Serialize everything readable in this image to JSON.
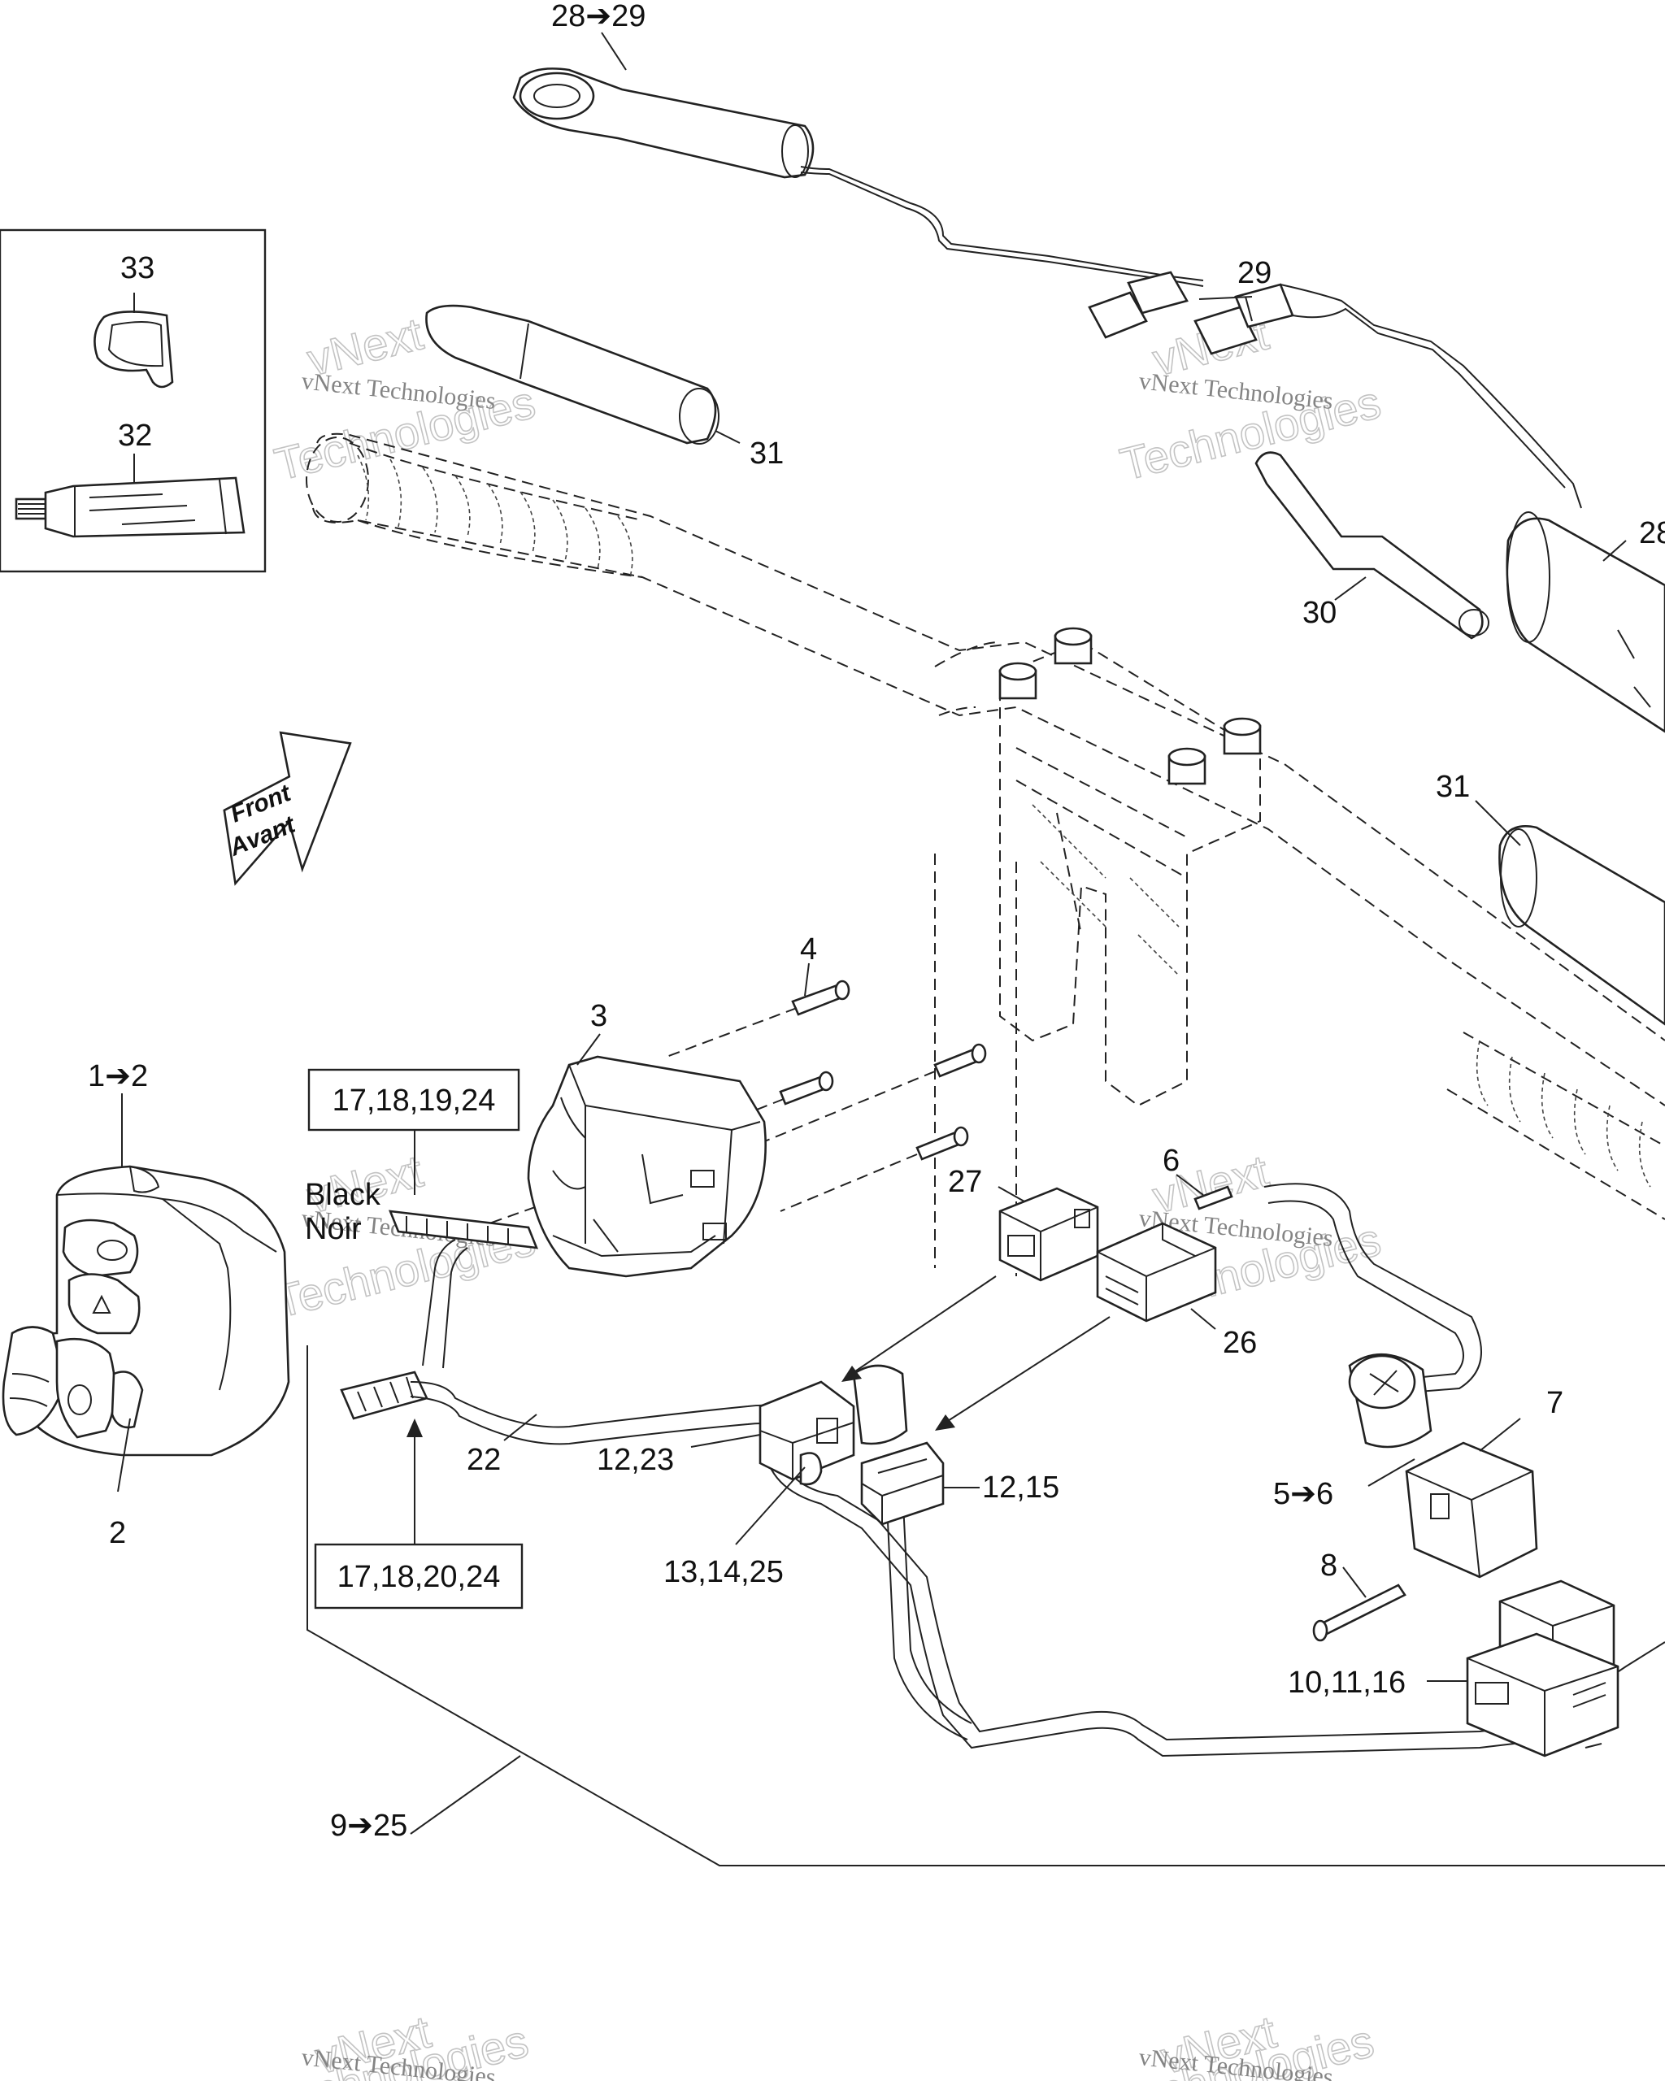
{
  "labels": {
    "l_28_29_top": "28➔29",
    "l_29": "29",
    "l_28_right": "28",
    "l_33": "33",
    "l_32": "32",
    "l_31_top": "31",
    "l_30": "30",
    "l_31_right": "31",
    "l_4": "4",
    "l_3": "3",
    "l_1_2": "1➔2",
    "l_2": "2",
    "l_27": "27",
    "l_6": "6",
    "l_26": "26",
    "l_22": "22",
    "l_12_23": "12,23",
    "l_12_15": "12,15",
    "l_13_14_25": "13,14,25",
    "l_5_6": "5➔6",
    "l_7": "7",
    "l_8": "8",
    "l_10_11_16": "10,11,16",
    "l_9_25": "9➔25"
  },
  "boxed": {
    "upper": "17,18,19,24",
    "lower": "17,18,20,24"
  },
  "connector_text": {
    "black": "Black",
    "noir": "Noir"
  },
  "front_arrow": {
    "line1": "Front",
    "line2": "Avant"
  },
  "watermark": {
    "brand": "vNext Technologies",
    "word1": "vNext",
    "word2": "Technologies"
  }
}
